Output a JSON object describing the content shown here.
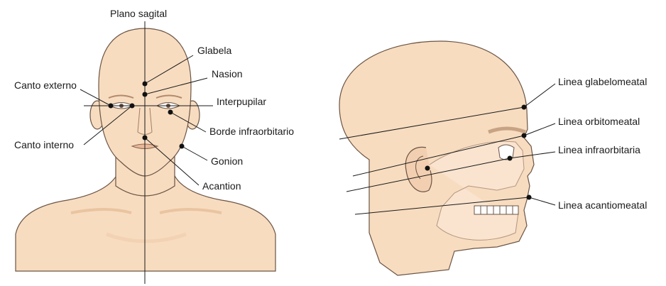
{
  "colors": {
    "skin": "#f7dcc0",
    "skin_dark": "#eecba8",
    "outline": "#6b5444",
    "lines": "#1a1a1a",
    "skull": "#fbe6d2"
  },
  "front_view": {
    "plane_label": "Plano sagital",
    "labels": {
      "glabela": "Glabela",
      "nasion": "Nasion",
      "interpupilar": "Interpupilar",
      "borde_infraorbitario": "Borde infraorbitario",
      "gonion": "Gonion",
      "acantion": "Acantion",
      "canto_externo": "Canto externo",
      "canto_interno": "Canto interno"
    }
  },
  "side_view": {
    "labels": {
      "linea_glabelomeatal": "Linea glabelomeatal",
      "linea_orbitomeatal": "Linea orbitomeatal",
      "linea_infraorbitaria": "Linea infraorbitaria",
      "linea_acantiomeatal": "Linea acantiomeatal"
    }
  }
}
